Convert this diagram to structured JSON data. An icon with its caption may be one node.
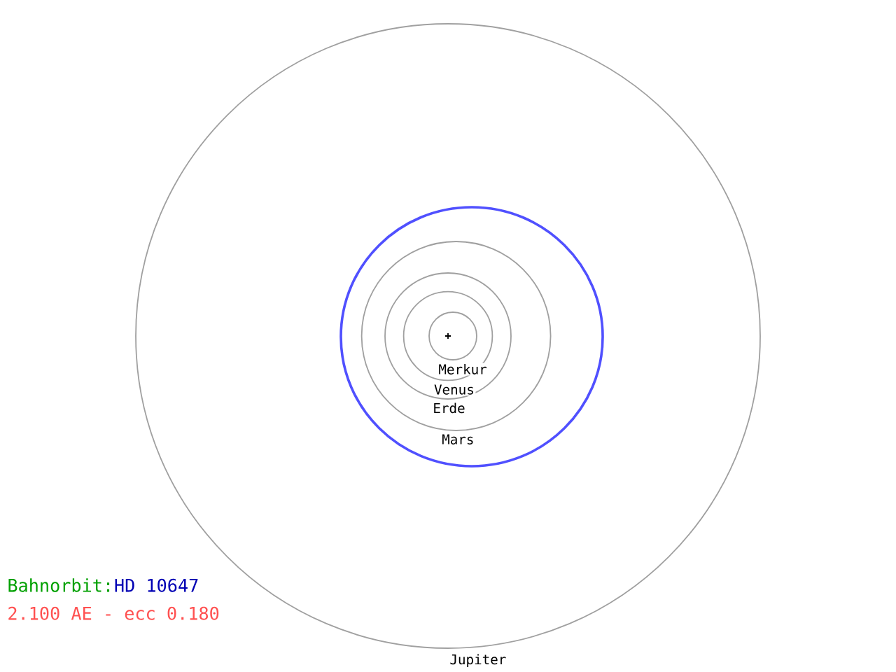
{
  "diagram": {
    "labels": [
      "Merkur",
      "Venus",
      "Erde",
      "Mars",
      "Bahnorbit:",
      "HD 10647",
      "2.100 AE - ecc 0.180",
      "Jupiter"
    ]
  }
}
